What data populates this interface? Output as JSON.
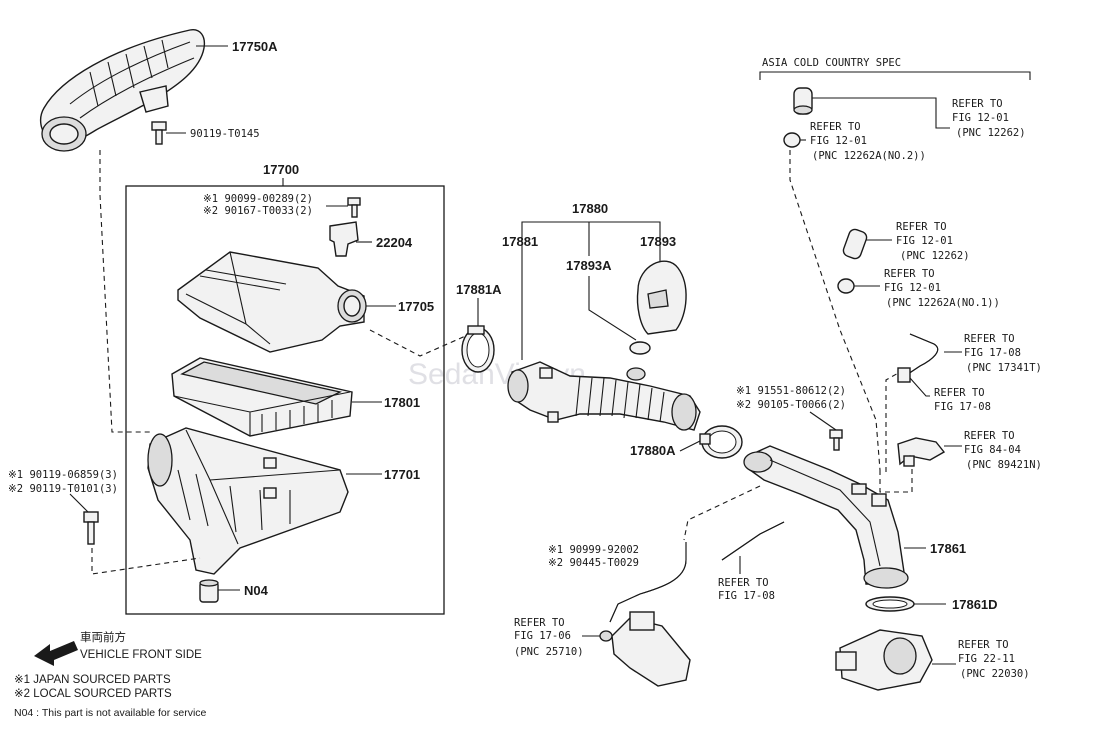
{
  "title_spec": "ASIA COLD COUNTRY SPEC",
  "watermark": "SedanViet.vn",
  "parts": {
    "p17750A": "17750A",
    "p90119T0145": "90119-T0145",
    "p17700": "17700",
    "p90099_1": "※1 90099-00289(2)",
    "p90167_2": "※2 90167-T0033(2)",
    "p22204": "22204",
    "p17705": "17705",
    "p17801": "17801",
    "p17701": "17701",
    "pN04": "N04",
    "p90119_06859": "※1 90119-06859(3)",
    "p90119_T0101": "※2 90119-T0101(3)",
    "p17880": "17880",
    "p17881": "17881",
    "p17893": "17893",
    "p17893A": "17893A",
    "p17881A": "17881A",
    "p17880A": "17880A",
    "p91551": "※1 91551-80612(2)",
    "p90105": "※2 90105-T0066(2)",
    "p17861": "17861",
    "p17861D": "17861D",
    "p90999": "※1 90999-92002",
    "p90445": "※2 90445-T0029"
  },
  "refs": {
    "r1a": "REFER TO",
    "r1b": "FIG 12-01",
    "r1c": "(PNC 12262)",
    "r2a": "REFER TO",
    "r2b": "FIG 12-01",
    "r2c": "(PNC 12262A(NO.2))",
    "r3a": "REFER TO",
    "r3b": "FIG 12-01",
    "r3c": "(PNC 12262)",
    "r4a": "REFER TO",
    "r4b": "FIG 12-01",
    "r4c": "(PNC 12262A(NO.1))",
    "r5a": "REFER TO",
    "r5b": "FIG 17-08",
    "r5c": "(PNC 17341T)",
    "r6a": "REFER TO",
    "r6b": "FIG 17-08",
    "r7a": "REFER TO",
    "r7b": "FIG 84-04",
    "r7c": "(PNC 89421N)",
    "r8a": "REFER TO",
    "r8b": "FIG 17-08",
    "r9a": "REFER TO",
    "r9b": "FIG 17-06",
    "r9c": "(PNC 25710)",
    "r10a": "REFER TO",
    "r10b": "FIG 22-11",
    "r10c": "(PNC 22030)"
  },
  "legend": {
    "front_jp": "車両前方",
    "front_en": "VEHICLE FRONT SIDE",
    "note1": "※1  JAPAN SOURCED PARTS",
    "note2": "※2  LOCAL SOURCED PARTS",
    "note3": "N04 : This part is not available for service"
  }
}
